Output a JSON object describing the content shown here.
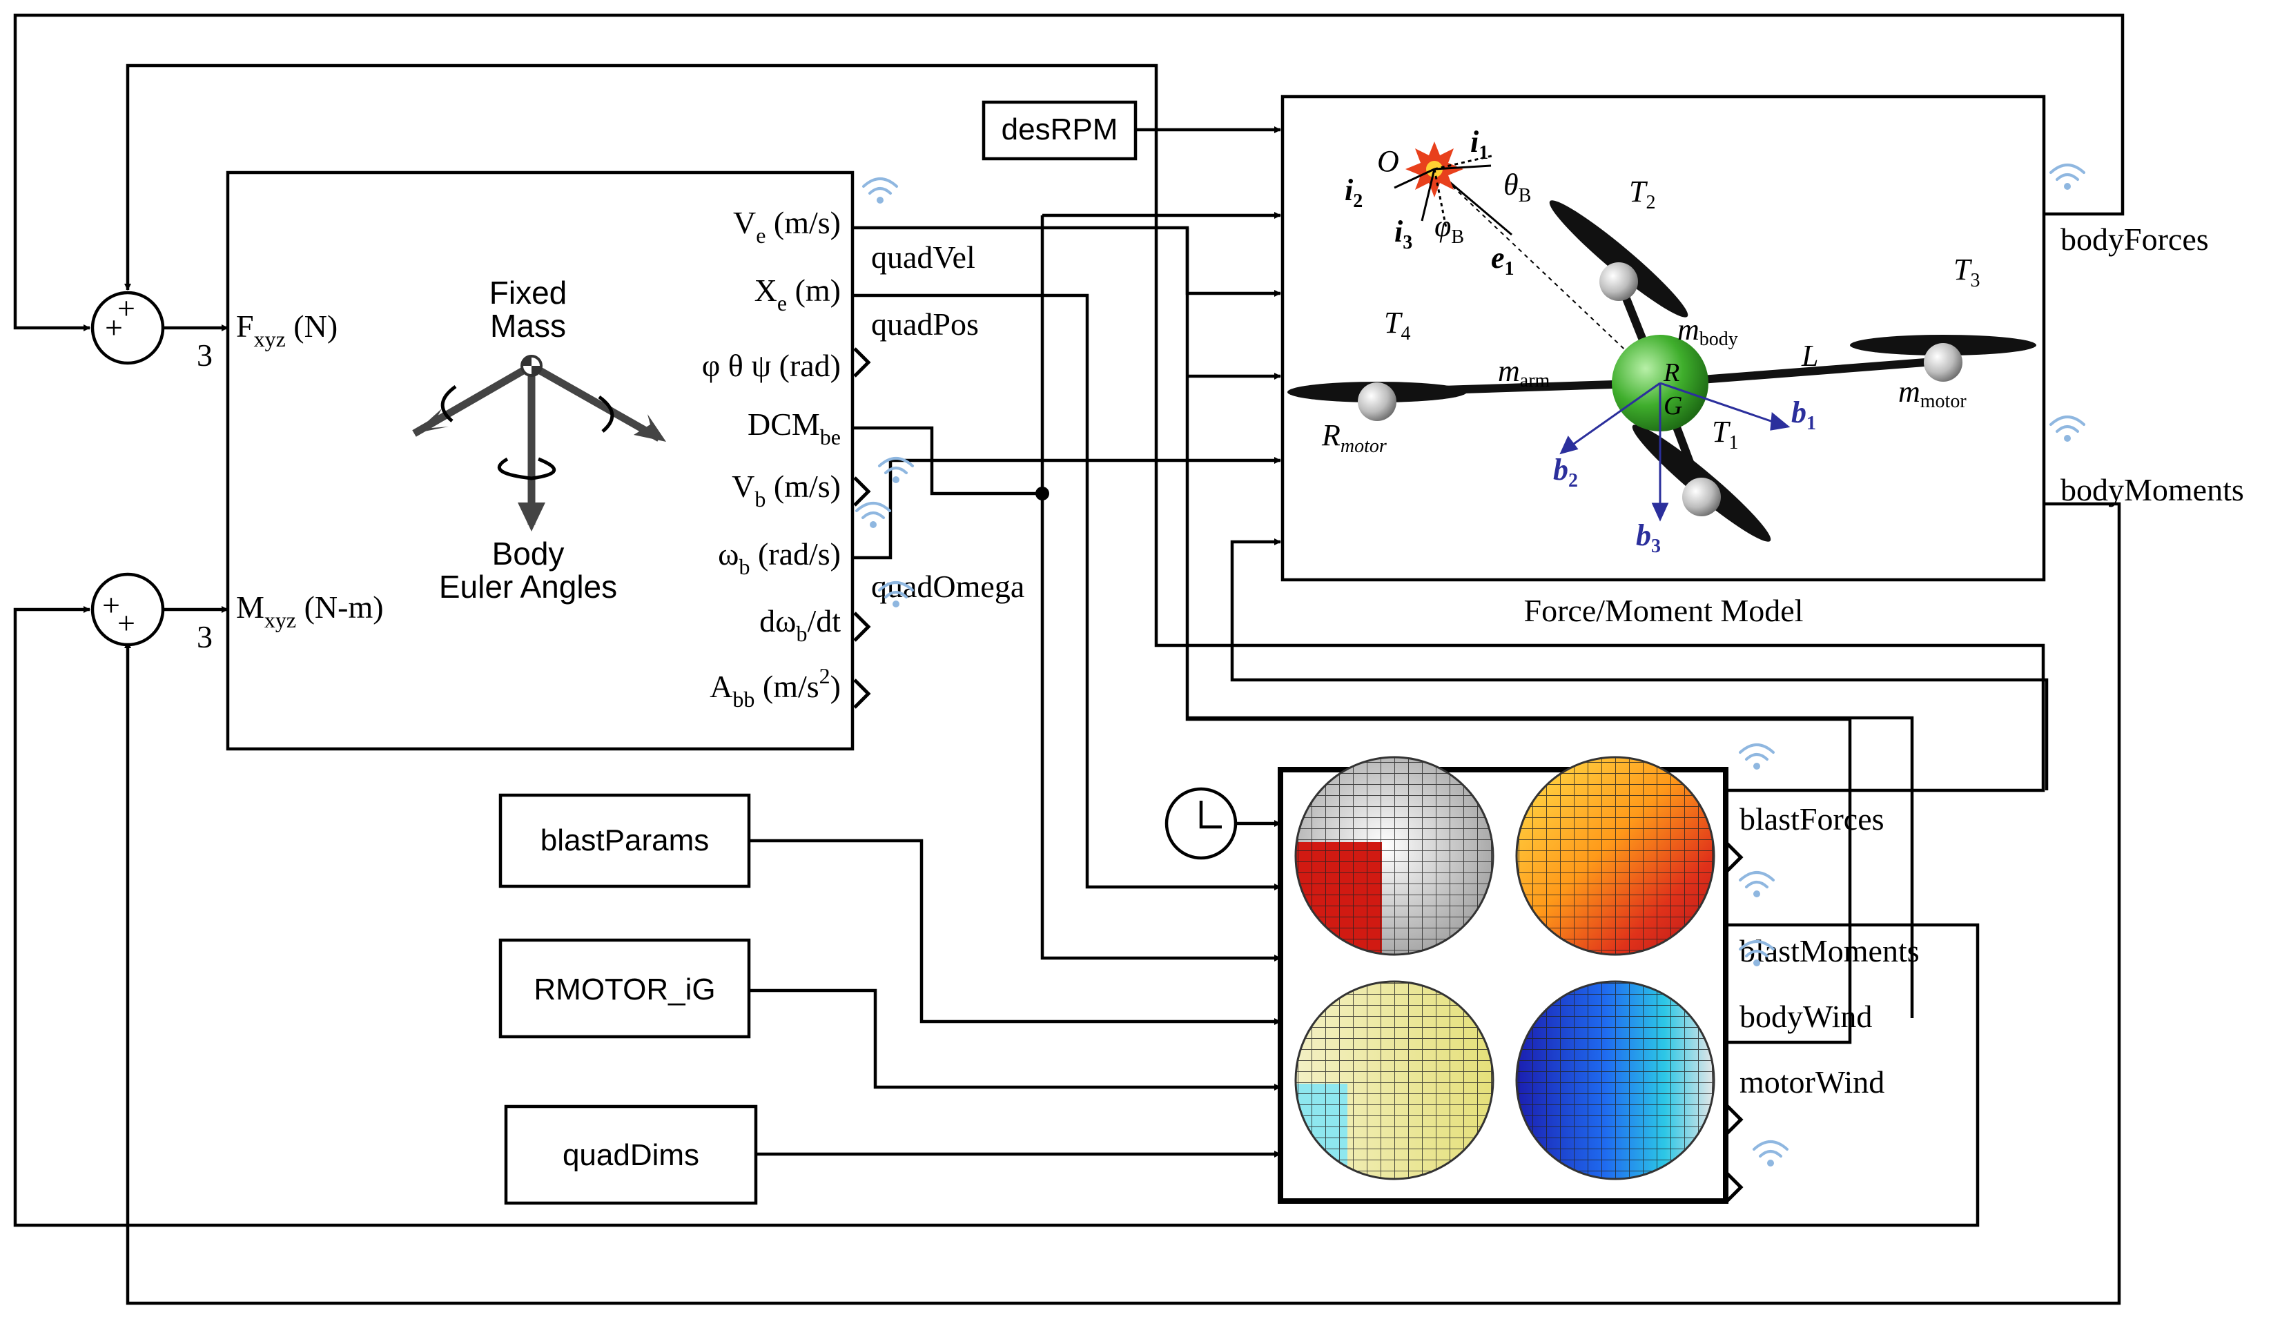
{
  "sum_blocks": [
    {
      "name": "force-sum",
      "signs": [
        "+",
        "+"
      ],
      "dimension": "3"
    },
    {
      "name": "moment-sum",
      "signs": [
        "+",
        "+"
      ],
      "dimension": "3"
    }
  ],
  "six_dof_block": {
    "inputs": [
      {
        "main": "F",
        "sub": "xyz",
        "unit": " (N)"
      },
      {
        "main": "M",
        "sub": "xyz",
        "unit": " (N-m)"
      }
    ],
    "icon_text": {
      "top": [
        "Fixed",
        "Mass"
      ],
      "bottom": [
        "Body",
        "Euler Angles"
      ]
    },
    "outputs": [
      {
        "main": "V",
        "sub": "e",
        "unit": " (m/s)"
      },
      {
        "main": "X",
        "sub": "e",
        "unit": " (m)"
      },
      {
        "main": "φ θ ψ (rad)",
        "sub": "",
        "unit": ""
      },
      {
        "main": "DCM",
        "sub": "be",
        "unit": ""
      },
      {
        "main": "V",
        "sub": "b",
        "unit": " (m/s)"
      },
      {
        "main": "ω",
        "sub": "b",
        "unit": " (rad/s)"
      },
      {
        "main": "dω",
        "sub": "b",
        "unit": "/dt"
      },
      {
        "main": "A",
        "sub": "bb",
        "unit": " (m/s",
        "sup": "2",
        "tail": ")"
      }
    ]
  },
  "signal_labels": {
    "quadVel": "quadVel",
    "quadPos": "quadPos",
    "quadOmega": "quadOmega",
    "bodyForces": "bodyForces",
    "bodyMoments": "bodyMoments",
    "blastForces": "blastForces",
    "blastMoments": "blastMoments",
    "bodyWind": "bodyWind",
    "motorWind": "motorWind"
  },
  "constant_blocks": {
    "desRPM": "desRPM",
    "blastParams": "blastParams",
    "RMOTOR_iG": "RMOTOR_iG",
    "quadDims": "quadDims"
  },
  "force_moment_model": {
    "caption": "Force/Moment Model",
    "figure_labels": {
      "O": "O",
      "i1": "i",
      "i1_sub": "1",
      "i2": "i",
      "i2_sub": "2",
      "i3": "i",
      "i3_sub": "3",
      "theta": "θ",
      "theta_sub": "B",
      "phi": "φ",
      "phi_sub": "B",
      "e1": "e",
      "e1_sub": "1",
      "T1": "T",
      "T1_sub": "1",
      "T2": "T",
      "T2_sub": "2",
      "T3": "T",
      "T3_sub": "3",
      "T4": "T",
      "T4_sub": "4",
      "mbody": "m",
      "mbody_sub": "body",
      "marm": "m",
      "marm_sub": "arm",
      "mmotor": "m",
      "mmotor_sub": "motor",
      "L": "L",
      "R": "R",
      "G": "G",
      "Rmotor": "R",
      "Rmotor_sub": "motor",
      "b1": "b",
      "b1_sub": "1",
      "b2": "b",
      "b2_sub": "2",
      "b3": "b",
      "b3_sub": "3"
    }
  },
  "colors": {
    "line": "#000000",
    "signal_icon": "#8fb7e0",
    "figure_vector": "#2b2f9c",
    "body_sphere": "#3fae2c",
    "blast_star": "#e8401c"
  }
}
